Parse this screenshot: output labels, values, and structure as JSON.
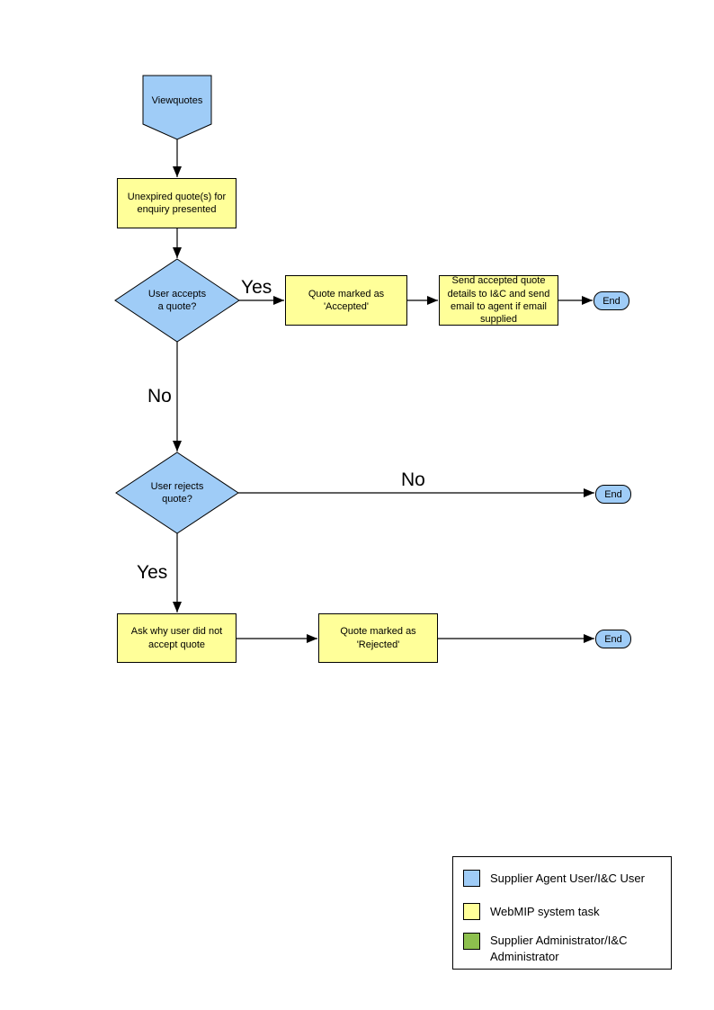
{
  "colors": {
    "actor_blue": "#9FCCF7",
    "task_yellow": "#FFFF99",
    "admin_green": "#8DC04E",
    "line": "#000000"
  },
  "nodes": {
    "start": {
      "label": "Viewquotes"
    },
    "present": {
      "label": "Unexpired quote(s) for\nenquiry presented"
    },
    "accept_decision": {
      "label": "User accepts\na quote?"
    },
    "mark_accepted": {
      "label": "Quote  marked as\n'Accepted'"
    },
    "send_details": {
      "label": "Send accepted quote\ndetails to I&C and send\nemail to agent if email\nsupplied"
    },
    "end1": {
      "label": "End"
    },
    "reject_decision": {
      "label": "User rejects\nquote?"
    },
    "end2": {
      "label": "End"
    },
    "ask_why": {
      "label": "Ask why user did not\naccept quote"
    },
    "mark_rejected": {
      "label": "Quote  marked as\n'Rejected'"
    },
    "end3": {
      "label": "End"
    }
  },
  "edge_labels": {
    "accept_yes": "Yes",
    "accept_no": "No",
    "reject_no": "No",
    "reject_yes": "Yes"
  },
  "legend": {
    "items": [
      {
        "swatch_color_name": "blue",
        "label": "Supplier Agent User/I&C User"
      },
      {
        "swatch_color_name": "yellow",
        "label": "WebMIP system task"
      },
      {
        "swatch_color_name": "green",
        "label": "Supplier Administrator/I&C Administrator"
      }
    ]
  }
}
